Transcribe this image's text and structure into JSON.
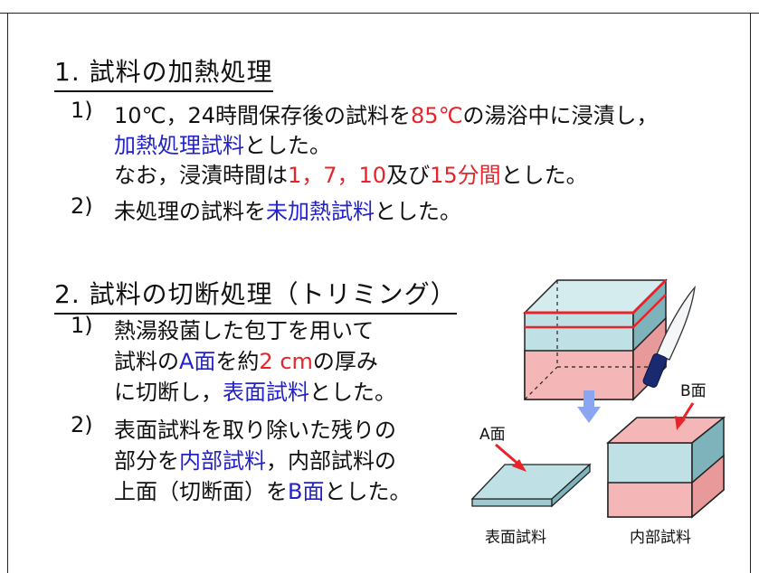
{
  "section1": {
    "heading": "1. 試料の加熱処理",
    "item1": {
      "number": "1)",
      "line1": {
        "a": "10℃，24時間保存後の試料を",
        "b": "85℃",
        "c": "の湯浴中に浸漬し，"
      },
      "line2": {
        "a": "加熱処理試料",
        "b": "とした。"
      },
      "line3": {
        "a": "なお，浸漬時間は",
        "b": "1，7，10",
        "c": "及び",
        "d": "15分間",
        "e": "とした。"
      }
    },
    "item2": {
      "number": "2)",
      "line1": {
        "a": "未処理の試料を",
        "b": "未加熱試料",
        "c": "とした。"
      }
    }
  },
  "section2": {
    "heading": "2. 試料の切断処理（トリミング）",
    "item1": {
      "number": "1)",
      "line1": "熱湯殺菌した包丁を用いて",
      "line2": {
        "a": "試料の",
        "b": "A面",
        "c": "を約",
        "d": "2 cm",
        "e": "の厚み"
      },
      "line3": {
        "a": "に切断し，",
        "b": "表面試料",
        "c": "とした。"
      }
    },
    "item2": {
      "number": "2)",
      "line1": "表面試料を取り除いた残りの",
      "line2": {
        "a": "部分を",
        "b": "内部試料",
        "c": "，内部試料の"
      },
      "line3": {
        "a": "上面（切断面）を",
        "b": "B面",
        "c": "とした。"
      }
    }
  },
  "figure": {
    "label_b_face": "B面",
    "label_a_face": "A面",
    "label_surface_sample": "表面試料",
    "label_inner_sample": "内部試料",
    "colors": {
      "cube_light_blue": "#bfe0e4",
      "cube_side_blue": "#7fb3bb",
      "cube_pink": "#f4b6b6",
      "cube_side_pink": "#e89a9a",
      "cut_line": "#e8242a",
      "down_arrow": "#8aa6f0",
      "knife_handle": "#1a2a70"
    }
  }
}
